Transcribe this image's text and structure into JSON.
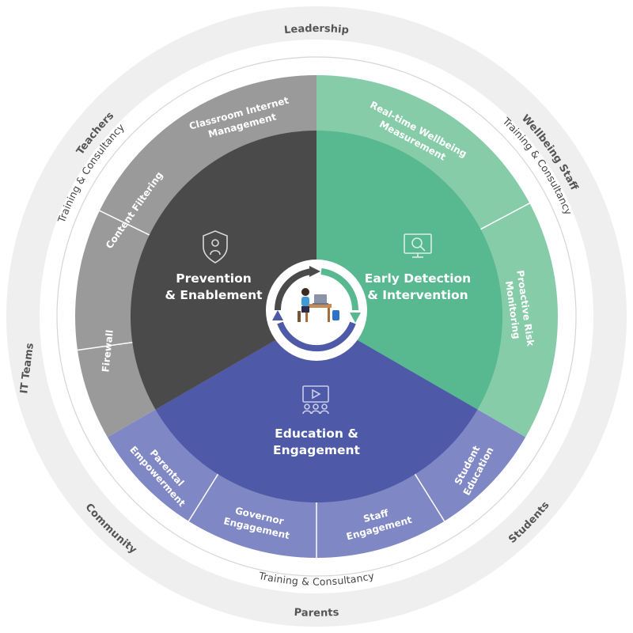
{
  "colors": {
    "outer_ring": "#efefef",
    "prevention_core": "#4a4a4a",
    "prevention_segment": "#9a9a9a",
    "detection_core": "#58b890",
    "detection_segment": "#86cca8",
    "education_core": "#4e5aa8",
    "education_segment": "#7f87c4",
    "center_circle": "#ffffff"
  },
  "stakeholders": {
    "leadership": "Leadership",
    "wellbeing_staff": "Wellbeing Staff",
    "students": "Students",
    "parents": "Parents",
    "community": "Community",
    "it_teams": "IT Teams",
    "teachers": "Teachers"
  },
  "training": {
    "top_right": "Training & Consultancy",
    "top_left": "Training & Consultancy",
    "bottom": "Training & Consultancy"
  },
  "pillars": {
    "prevention": {
      "title_line1": "Prevention",
      "title_line2": "& Enablement",
      "icon": "shield-person-icon",
      "segments": {
        "classroom": {
          "line1": "Classroom Internet",
          "line2": "Management"
        },
        "content_filtering": {
          "line1": "Content Filtering"
        },
        "firewall": {
          "line1": "Firewall"
        }
      }
    },
    "detection": {
      "title_line1": "Early Detection",
      "title_line2": "& Intervention",
      "icon": "monitor-magnifier-icon",
      "segments": {
        "realtime": {
          "line1": "Real-time Wellbeing",
          "line2": "Measurement"
        },
        "risk": {
          "line1": "Proactive Risk",
          "line2": "Monitoring"
        }
      }
    },
    "education": {
      "title_line1": "Education &",
      "title_line2": "Engagement",
      "icon": "presentation-audience-icon",
      "segments": {
        "student": {
          "line1": "Student",
          "line2": "Education"
        },
        "staff": {
          "line1": "Staff",
          "line2": "Engagement"
        },
        "governor": {
          "line1": "Governor",
          "line2": "Engagement"
        },
        "parental": {
          "line1": "Parental",
          "line2": "Empowerment"
        }
      }
    }
  },
  "center": {
    "icon": "student-at-desk-icon"
  }
}
